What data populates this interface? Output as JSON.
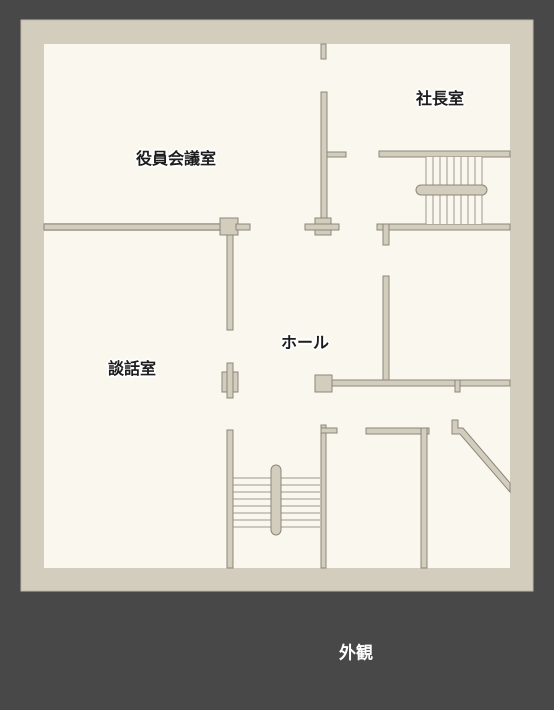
{
  "rooms": {
    "board_room": "役員会議室",
    "president_office": "社長室",
    "hall": "ホール",
    "lounge": "談話室"
  },
  "exterior_link": "外観",
  "colors": {
    "background": "#484848",
    "outer_wall": "#d3cdbe",
    "wall_stroke": "#8c877c",
    "floor": "#faf7ee"
  }
}
